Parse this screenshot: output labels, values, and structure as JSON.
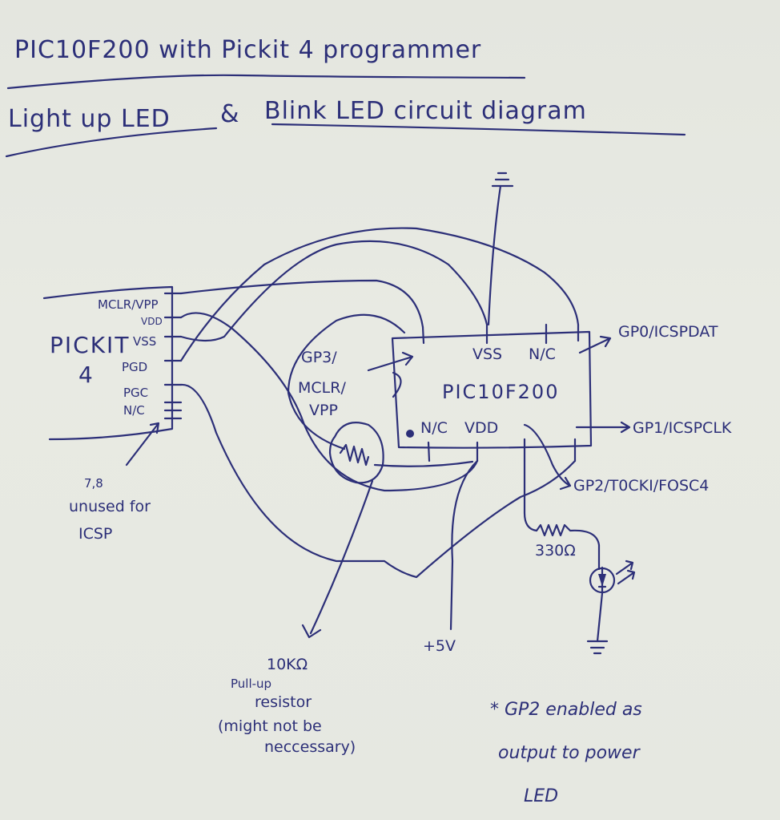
{
  "title": {
    "line1": "PIC10F200 with Pickit 4 programmer",
    "line2_part1": "Light up LED",
    "line2_amp": "&",
    "line2_part2": "Blink LED circuit diagram"
  },
  "pickit": {
    "name_line1": "PICKIT",
    "name_line2": "4",
    "pins": [
      "MCLR/VPP",
      "VDD",
      "VSS",
      "PGD",
      "PGC",
      "N/C"
    ],
    "unused_note": {
      "line1": "7,8",
      "line2": "unused for",
      "line3": "ICSP"
    }
  },
  "chip": {
    "name": "PIC10F200",
    "top_pins": [
      "VSS",
      "N/C"
    ],
    "bottom_pins": [
      "N/C",
      "VDD"
    ],
    "mclr_label": {
      "line1": "GP3/",
      "line2": "MCLR/",
      "line3": "VPP"
    },
    "outputs": [
      "GP0/ICSPDAT",
      "GP1/ICSPCLK",
      "GP2/T0CKI/FOSC4"
    ]
  },
  "components": {
    "pullup_resistor": {
      "value": "10KΩ",
      "line2": "Pull-up",
      "line3": "resistor",
      "line4": "(might not be",
      "line5": "neccessary)"
    },
    "led_resistor": {
      "value": "330Ω"
    },
    "supply": {
      "label": "+5V"
    }
  },
  "footnote": {
    "line1": "* GP2 enabled as",
    "line2": "output to power",
    "line3": "LED"
  },
  "colors": {
    "ink": "#2c2f78",
    "paper": "#e6e8e1"
  }
}
